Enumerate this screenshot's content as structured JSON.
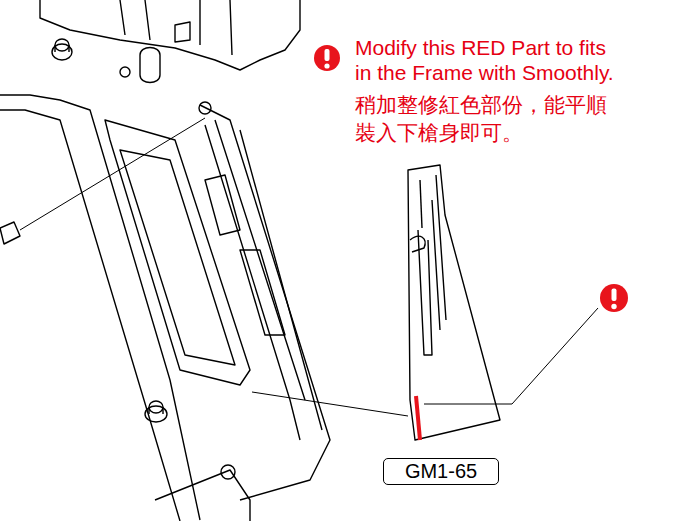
{
  "diagram": {
    "nodes": [
      {
        "text": [
          "GM1-65"
        ]
      }
    ],
    "edges": [],
    "labels": [
      "Modify this RED Part to fits in the Frame with Smoothly.",
      "稍加整修紅色部份，能平順裝入下槍身即可。"
    ]
  }
}
